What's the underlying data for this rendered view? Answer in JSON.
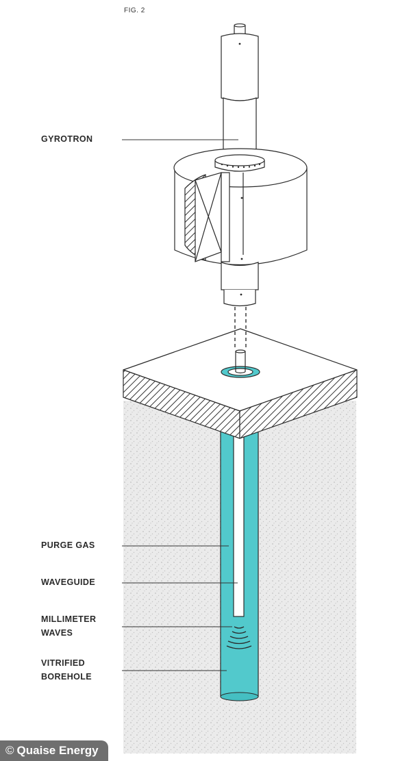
{
  "figure_label": "FIG. 2",
  "labels": {
    "gyrotron": "GYROTRON",
    "purge_gas": "PURGE GAS",
    "waveguide": "WAVEGUIDE",
    "millimeter_waves": [
      "MILLIMETER",
      "WAVES"
    ],
    "vitrified_borehole": [
      "VITRIFIED",
      "BOREHOLE"
    ]
  },
  "credit": {
    "icon": "copyright-icon",
    "text": "Quaise Energy"
  },
  "colors": {
    "borehole": "#52c9cc",
    "ground": "#e9e9e9",
    "line": "#2a2a2a",
    "credit_bg": "#5f5f5f"
  }
}
